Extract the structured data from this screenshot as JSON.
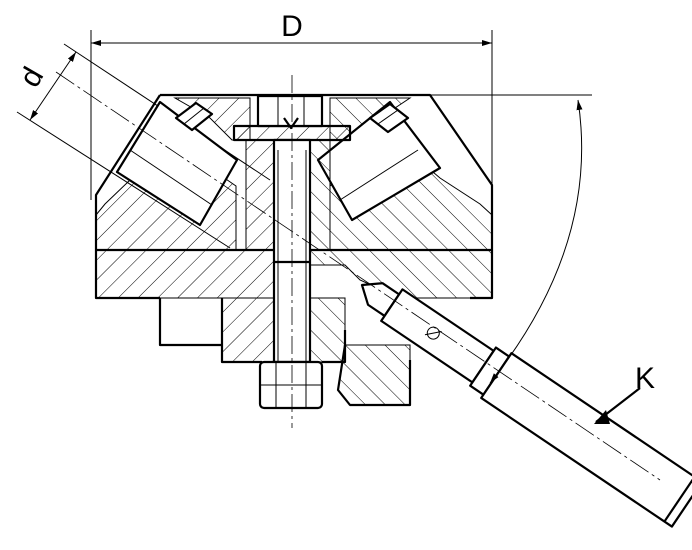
{
  "diagram": {
    "labels": {
      "outer_diameter": "D",
      "inner_diameter": "d",
      "angle": "K"
    }
  }
}
